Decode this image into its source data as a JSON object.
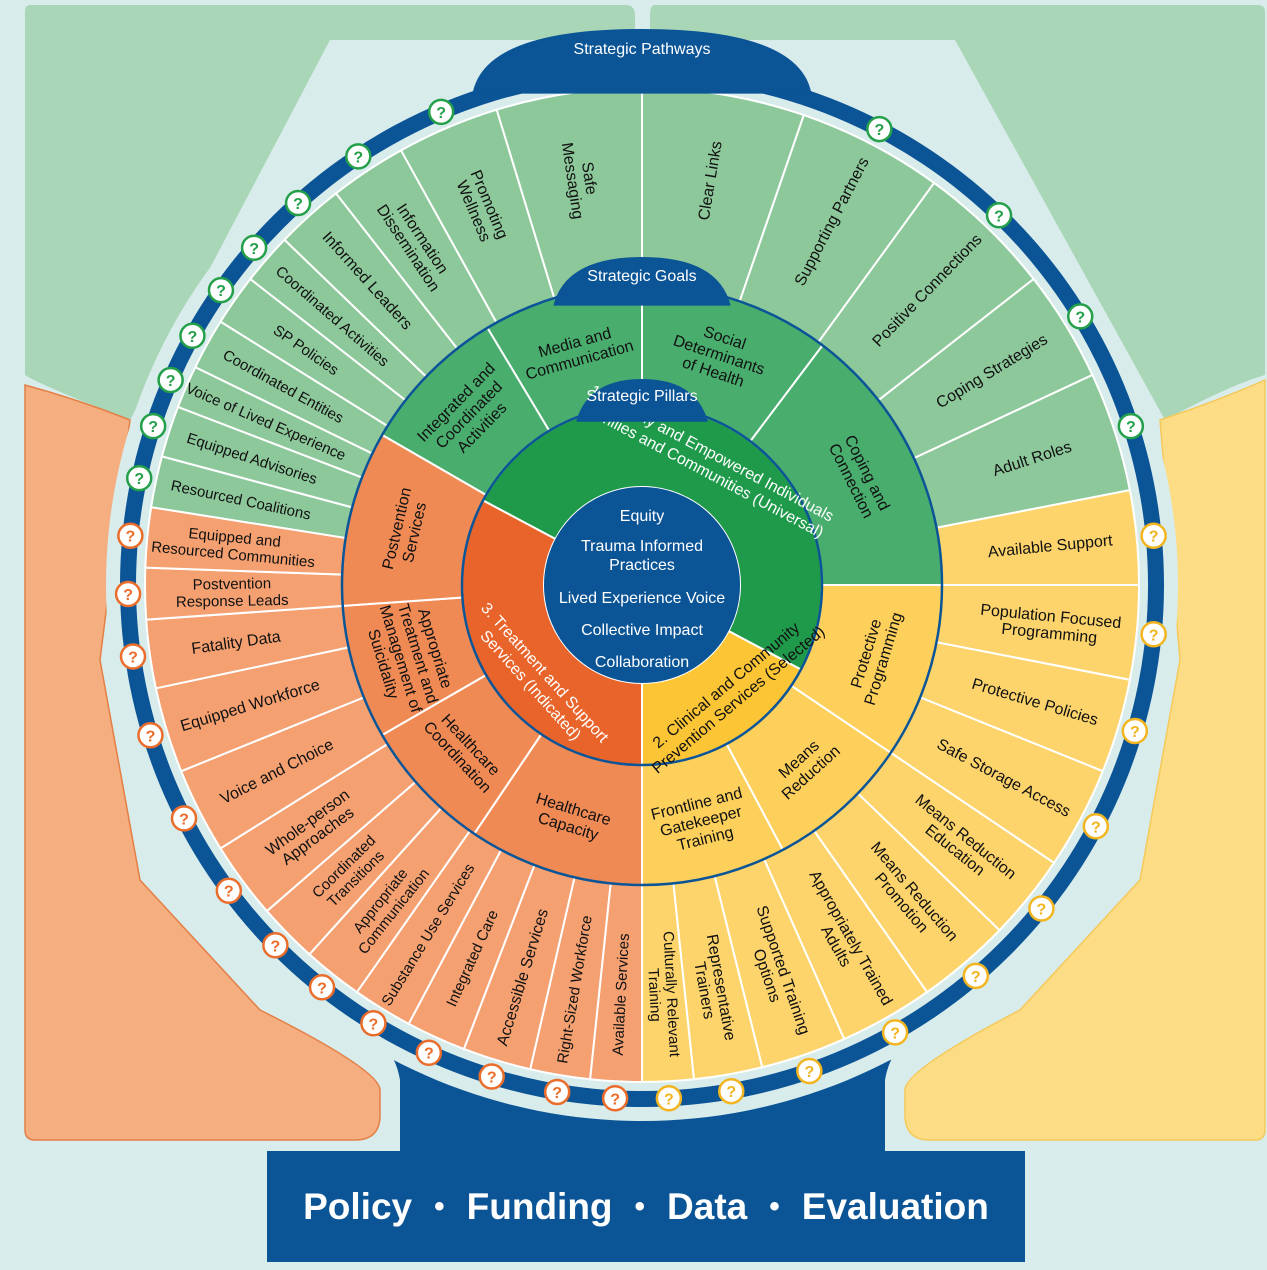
{
  "banners": {
    "pathways": "Strategic Pathways",
    "goals": "Strategic Goals",
    "pillars": "Strategic Pillars"
  },
  "core": [
    "Equity",
    "Trauma Informed",
    "Practices",
    "Lived Experience Voice",
    "Collective Impact",
    "Collaboration"
  ],
  "pillars": [
    {
      "lines": [
        "1. Healthy and Empowered Individuals",
        "Families and Communities (Universal)"
      ]
    },
    {
      "lines": [
        "2. Clinical and Community",
        "Prevention Services (Selected)"
      ]
    },
    {
      "lines": [
        "3. Treatment and Support",
        "Services (Indicated)"
      ]
    }
  ],
  "goals": [
    {
      "lines": [
        "Integrated and",
        "Coordinated",
        "Activities"
      ]
    },
    {
      "lines": [
        "Media and",
        "Communication"
      ]
    },
    {
      "lines": [
        "Social",
        "Determinants",
        "of Health"
      ]
    },
    {
      "lines": [
        "Coping and",
        "Connection"
      ]
    },
    {
      "lines": [
        "Protective",
        "Programming"
      ]
    },
    {
      "lines": [
        "Means",
        "Reduction"
      ]
    },
    {
      "lines": [
        "Frontline and",
        "Gatekeeper",
        "Training"
      ]
    },
    {
      "lines": [
        "Healthcare",
        "Capacity"
      ]
    },
    {
      "lines": [
        "Healthcare",
        "Coordination"
      ]
    },
    {
      "lines": [
        "Appropriate",
        "Treatment and",
        "Management of",
        "Suicidality"
      ]
    },
    {
      "lines": [
        "Postvention",
        "Services"
      ]
    }
  ],
  "pathways": [
    {
      "lines": [
        "Resourced Coalitions"
      ]
    },
    {
      "lines": [
        "Equipped Advisories"
      ]
    },
    {
      "lines": [
        "Voice of Lived Experience"
      ]
    },
    {
      "lines": [
        "Coordinated Entities"
      ]
    },
    {
      "lines": [
        "SP Policies"
      ]
    },
    {
      "lines": [
        "Coordinated Activities"
      ]
    },
    {
      "lines": [
        "Informed Leaders"
      ]
    },
    {
      "lines": [
        "Information",
        "Dissemination"
      ]
    },
    {
      "lines": [
        "Promoting",
        "Wellness"
      ]
    },
    {
      "lines": [
        "Safe",
        "Messaging"
      ]
    },
    {
      "lines": [
        "Clear Links"
      ]
    },
    {
      "lines": [
        "Supporting Partners"
      ]
    },
    {
      "lines": [
        "Positive Connections"
      ]
    },
    {
      "lines": [
        "Coping Strategies"
      ]
    },
    {
      "lines": [
        "Adult Roles"
      ]
    },
    {
      "lines": [
        "Available Support"
      ]
    },
    {
      "lines": [
        "Population Focused",
        "Programming"
      ]
    },
    {
      "lines": [
        "Protective Policies"
      ]
    },
    {
      "lines": [
        "Safe Storage Access"
      ]
    },
    {
      "lines": [
        "Means Reduction",
        "Education"
      ]
    },
    {
      "lines": [
        "Means Reduction",
        "Promotion"
      ]
    },
    {
      "lines": [
        "Appropriately Trained",
        "Adults"
      ]
    },
    {
      "lines": [
        "Supported Training",
        "Options"
      ]
    },
    {
      "lines": [
        "Representative",
        "Trainers"
      ]
    },
    {
      "lines": [
        "Culturally Relevant",
        "Training"
      ]
    },
    {
      "lines": [
        "Available Services"
      ]
    },
    {
      "lines": [
        "Right-Sized Workforce"
      ]
    },
    {
      "lines": [
        "Accessible Services"
      ]
    },
    {
      "lines": [
        "Integrated Care"
      ]
    },
    {
      "lines": [
        "Substance Use Services"
      ]
    },
    {
      "lines": [
        "Appropriate",
        "Communication"
      ]
    },
    {
      "lines": [
        "Coordinated",
        "Transitions"
      ]
    },
    {
      "lines": [
        "Whole-person",
        "Approaches"
      ]
    },
    {
      "lines": [
        "Voice and Choice"
      ]
    },
    {
      "lines": [
        "Equipped Workforce"
      ]
    },
    {
      "lines": [
        "Fatality Data"
      ]
    },
    {
      "lines": [
        "Postvention",
        "Response Leads"
      ]
    },
    {
      "lines": [
        "Equipped and",
        "Resourced Communities"
      ]
    }
  ],
  "help_mark": "?",
  "footer": [
    "Policy",
    "Funding",
    "Data",
    "Evaluation"
  ],
  "footer_separator": "•",
  "colors": {
    "green_outer": "#8dc89b",
    "green_goal": "#49ad6e",
    "green_pillar": "#1f9a4b",
    "yellow_outer": "#fdd46c",
    "yellow_goal": "#fdd05c",
    "yellow_pillar": "#fcc535",
    "orange_outer": "#f4a071",
    "orange_goal": "#f08a55",
    "orange_pillar": "#e8642a",
    "navy": "#0b5496"
  }
}
